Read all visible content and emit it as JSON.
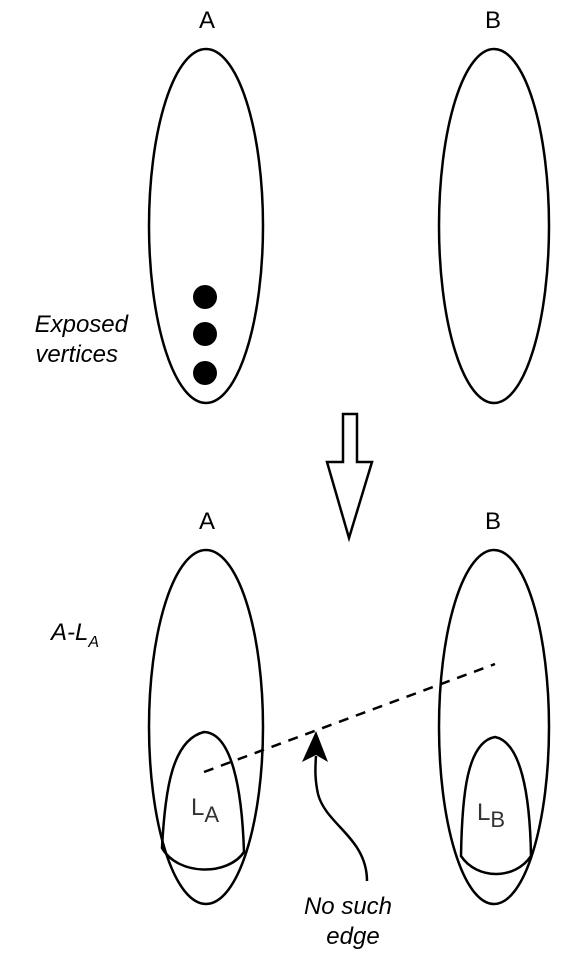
{
  "top": {
    "set_a_label": "A",
    "set_b_label": "B",
    "exposed_label_line1": "Exposed",
    "exposed_label_line2": "vertices"
  },
  "bottom": {
    "set_a_label": "A",
    "set_b_label": "B",
    "a_minus_la_main": "A-L",
    "a_minus_la_sub": "A",
    "la_main": "L",
    "la_sub": "A",
    "lb_main": "L",
    "lb_sub": "B",
    "no_edge_line1": "No such",
    "no_edge_line2": "edge"
  }
}
